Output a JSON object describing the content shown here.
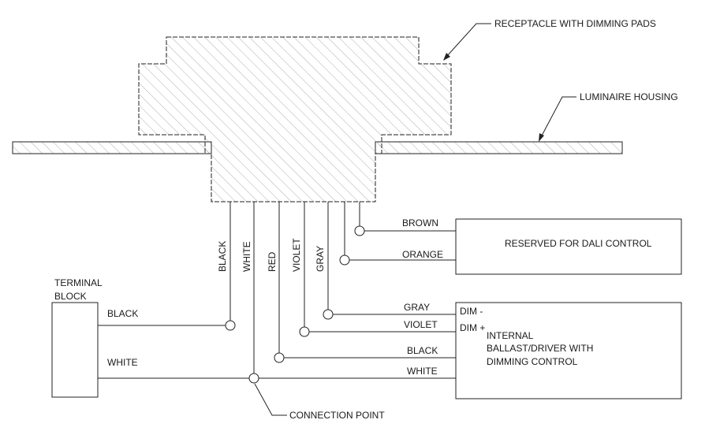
{
  "callouts": {
    "receptacle": "RECEPTACLE WITH DIMMING PADS",
    "housing": "LUMINAIRE HOUSING",
    "connection_point": "CONNECTION POINT"
  },
  "wires_vertical": {
    "black": "BLACK",
    "white": "WHITE",
    "red": "RED",
    "violet": "VIOLET",
    "gray": "GRAY"
  },
  "terminal_block": {
    "line1": "TERMINAL",
    "line2": "BLOCK",
    "black": "BLACK",
    "white": "WHITE"
  },
  "dali": {
    "label": "RESERVED FOR DALI CONTROL",
    "brown": "BROWN",
    "orange": "ORANGE"
  },
  "ballast": {
    "line1": "INTERNAL",
    "line2": "BALLAST/DRIVER WITH",
    "line3": "DIMMING CONTROL",
    "dim_minus": "DIM -",
    "dim_plus": "DIM +",
    "gray": "GRAY",
    "violet": "VIOLET",
    "black": "BLACK",
    "white": "WHITE"
  }
}
